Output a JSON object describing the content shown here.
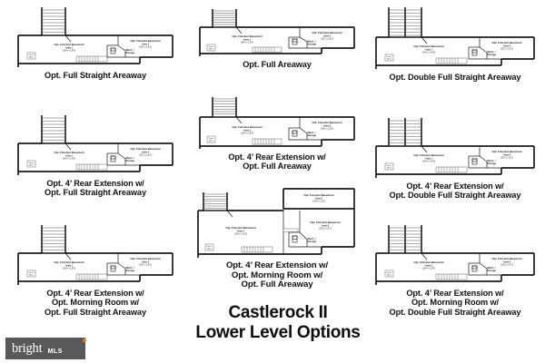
{
  "document": {
    "title_line_1": "Castlerock II",
    "title_line_2": "Lower Level Options"
  },
  "brand": {
    "name": "bright",
    "suffix": "MLS",
    "bg_color": "#58595b",
    "dot_color": "#e8792b",
    "text_color": "#ffffff"
  },
  "plan_labels": {
    "area1": "Opt. Finished Basement",
    "area1_sub": "Area 1",
    "area1_dim": "(26'4 x 13'4)",
    "area2": "Opt. Finished Basement",
    "area2_sub": "Area 2",
    "area2_dim": "(20'2 x 13'2)",
    "area3": "Opt. Finished Basement",
    "area3_sub": "Area 3",
    "area3_dim": "(16'0 x 11'4)",
    "mech": "Mech. /",
    "mech2": "Storage",
    "unex": "Unex.",
    "area_small": "Area"
  },
  "columns": [
    {
      "name": "left-column",
      "options": [
        {
          "id": "opt-full-straight-areaway",
          "caption": [
            "Opt. Full Straight Areaway"
          ],
          "variant": "base"
        },
        {
          "id": "opt-4ft-rear-ext-full-straight-areaway",
          "caption": [
            "Opt. 4’ Rear Extension w/",
            "Opt. Full Straight Areaway"
          ],
          "variant": "base"
        },
        {
          "id": "opt-4ft-rear-ext-morning-room-full-straight-areaway",
          "caption": [
            "Opt. 4’ Rear Extension w/",
            "Opt. Morning Room w/",
            "Opt. Full Straight Areaway"
          ],
          "variant": "base"
        }
      ]
    },
    {
      "name": "center-column",
      "options": [
        {
          "id": "opt-full-areaway",
          "caption": [
            "Opt. Full Areaway"
          ],
          "variant": "base"
        },
        {
          "id": "opt-4ft-rear-ext-full-areaway",
          "caption": [
            "Opt. 4’ Rear Extension w/",
            "Opt. Full Areaway"
          ],
          "variant": "base"
        },
        {
          "id": "opt-4ft-rear-ext-morning-room-full-areaway",
          "caption": [
            "Opt. 4’ Rear Extension w/",
            "Opt. Morning Room w/",
            "Opt. Full Areaway"
          ],
          "variant": "morning"
        }
      ]
    },
    {
      "name": "right-column",
      "options": [
        {
          "id": "opt-double-full-straight-areaway",
          "caption": [
            "Opt. Double Full Straight Areaway"
          ],
          "variant": "base"
        },
        {
          "id": "opt-4ft-rear-ext-double-full-straight-areaway",
          "caption": [
            "Opt. 4’ Rear Extension w/",
            "Opt. Double Full Straight Areaway"
          ],
          "variant": "base"
        },
        {
          "id": "opt-4ft-rear-ext-morning-room-double-full-straight-areaway",
          "caption": [
            "Opt. 4’ Rear Extension w/",
            "Opt. Morning Room w/",
            "Opt. Double Full Straight Areaway"
          ],
          "variant": "base"
        }
      ]
    }
  ]
}
